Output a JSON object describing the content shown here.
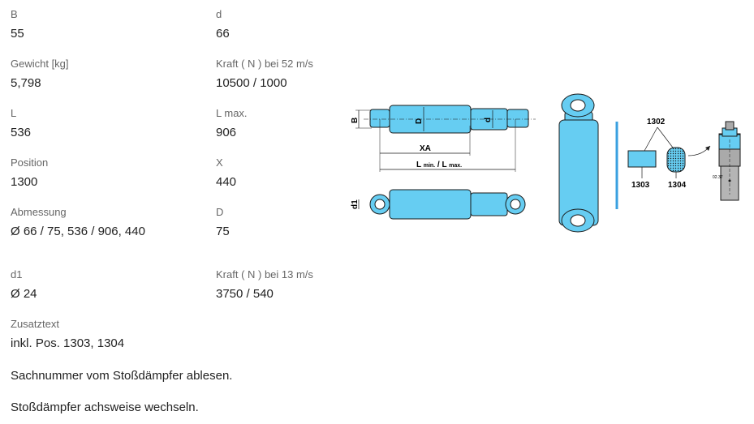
{
  "specs": [
    {
      "label": "B",
      "value": "55"
    },
    {
      "label": "d",
      "value": "66"
    },
    {
      "label": "Gewicht [kg]",
      "value": "5,798"
    },
    {
      "label": "Kraft ( N ) bei 52 m/s",
      "value": "10500 / 1000"
    },
    {
      "label": "L",
      "value": "536"
    },
    {
      "label": "L max.",
      "value": "906"
    },
    {
      "label": "Position",
      "value": "1300"
    },
    {
      "label": "X",
      "value": "440"
    },
    {
      "label": "Abmessung",
      "value": "Ø 66 / 75, 536 / 906, 440"
    },
    {
      "label": "D",
      "value": "75"
    },
    {
      "label": "d1",
      "value": "Ø 24"
    },
    {
      "label": "Kraft ( N ) bei 13 m/s",
      "value": "3750 / 540"
    },
    {
      "label": "Zusatztext",
      "value": "inkl. Pos. 1303, 1304"
    }
  ],
  "notes": [
    "Sachnummer vom Stoßdämpfer ablesen.",
    "Stoßdämpfer achsweise wechseln."
  ],
  "drawing": {
    "dim_B": "B",
    "dim_D": "D",
    "dim_d": "d",
    "dim_d1": "d1",
    "dim_XA": "XA",
    "dim_L_min": "L",
    "dim_L_min_sub": "min.",
    "dim_slash": "/",
    "dim_L_max": "L",
    "dim_L_max_sub": "max.",
    "part_1302": "1302",
    "part_1303": "1303",
    "part_1304": "1304",
    "small_label": "02.37"
  },
  "colors": {
    "body_blue": "#66cdf2",
    "outline": "#1a1a1a",
    "divider_blue": "#3aa0e0",
    "grey_part": "#aaaaaa"
  }
}
